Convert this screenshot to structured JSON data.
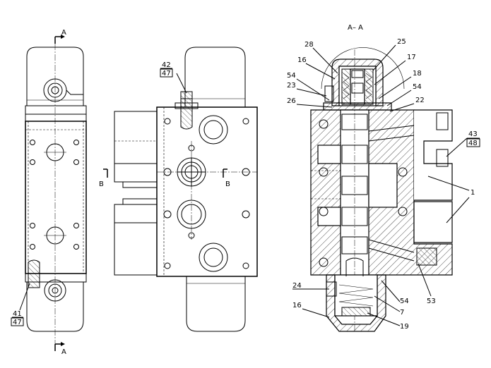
{
  "section_labels": {
    "a_top": "A",
    "a_bottom": "A",
    "b_left": "B",
    "b_right": "B",
    "section_title": "A– A"
  },
  "callouts": {
    "c28": "28",
    "c25": "25",
    "c16_top": "16",
    "c17": "17",
    "c54_left": "54",
    "c18": "18",
    "c23": "23",
    "c54_right": "54",
    "c26": "26",
    "c22": "22",
    "c43": "43",
    "c48": "48",
    "c1": "1",
    "c42": "42",
    "c47_top": "47",
    "c41": "41",
    "c47_bottom": "47",
    "c24": "24",
    "c16_bottom": "16",
    "c54_bottom": "54",
    "c7": "7",
    "c19": "19",
    "c53": "53"
  }
}
